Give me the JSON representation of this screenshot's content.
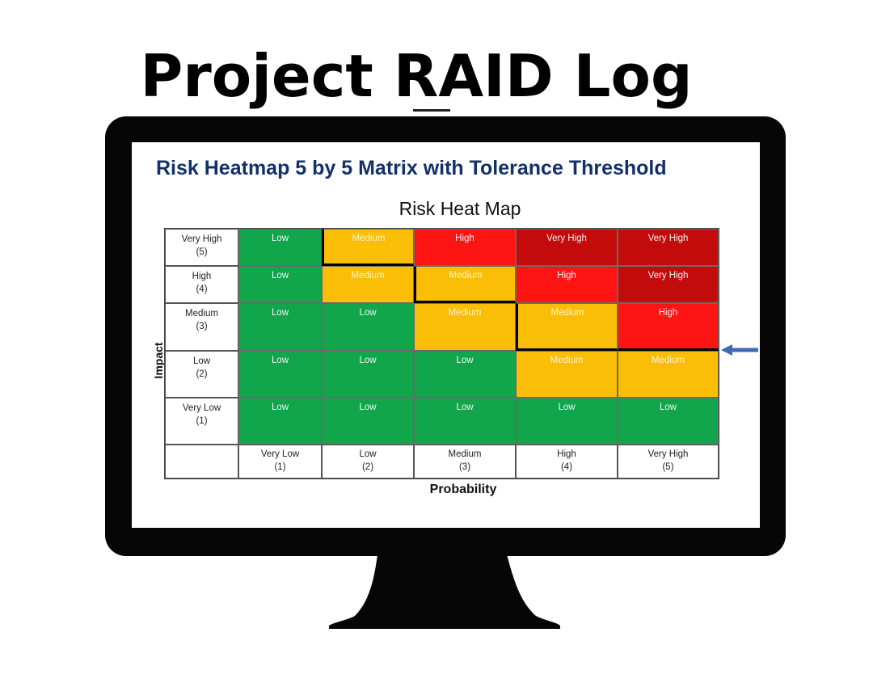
{
  "header": {
    "title": "Project RAID Log"
  },
  "screen": {
    "title": "Risk Heatmap 5 by 5 Matrix with Tolerance Threshold",
    "heatmap_title": "Risk Heat Map"
  },
  "axes": {
    "impact_label": "Impact",
    "probability_label": "Probability"
  },
  "rows": [
    {
      "label": "Very High",
      "level": "(5)"
    },
    {
      "label": "High",
      "level": "(4)"
    },
    {
      "label": "Medium",
      "level": "(3)"
    },
    {
      "label": "Low",
      "level": "(2)"
    },
    {
      "label": "Very Low",
      "level": "(1)"
    }
  ],
  "columns": [
    {
      "label": "Very Low",
      "level": "(1)"
    },
    {
      "label": "Low",
      "level": "(2)"
    },
    {
      "label": "Medium",
      "level": "(3)"
    },
    {
      "label": "High",
      "level": "(4)"
    },
    {
      "label": "Very High",
      "level": "(5)"
    }
  ],
  "cells": [
    [
      "Low",
      "Medium",
      "High",
      "Very High",
      "Very High"
    ],
    [
      "Low",
      "Medium",
      "Medium",
      "High",
      "Very High"
    ],
    [
      "Low",
      "Low",
      "Medium",
      "Medium",
      "High"
    ],
    [
      "Low",
      "Low",
      "Low",
      "Medium",
      "Medium"
    ],
    [
      "Low",
      "Low",
      "Low",
      "Low",
      "Low"
    ]
  ],
  "colors": {
    "low": "#12a64c",
    "medium": "#fbbe06",
    "high": "#ff1414",
    "very_high": "#c40b0b",
    "title_blue": "#13306a",
    "arrow": "#3d6bb3"
  },
  "icons": {
    "threshold_marker": "arrow-left-icon"
  }
}
